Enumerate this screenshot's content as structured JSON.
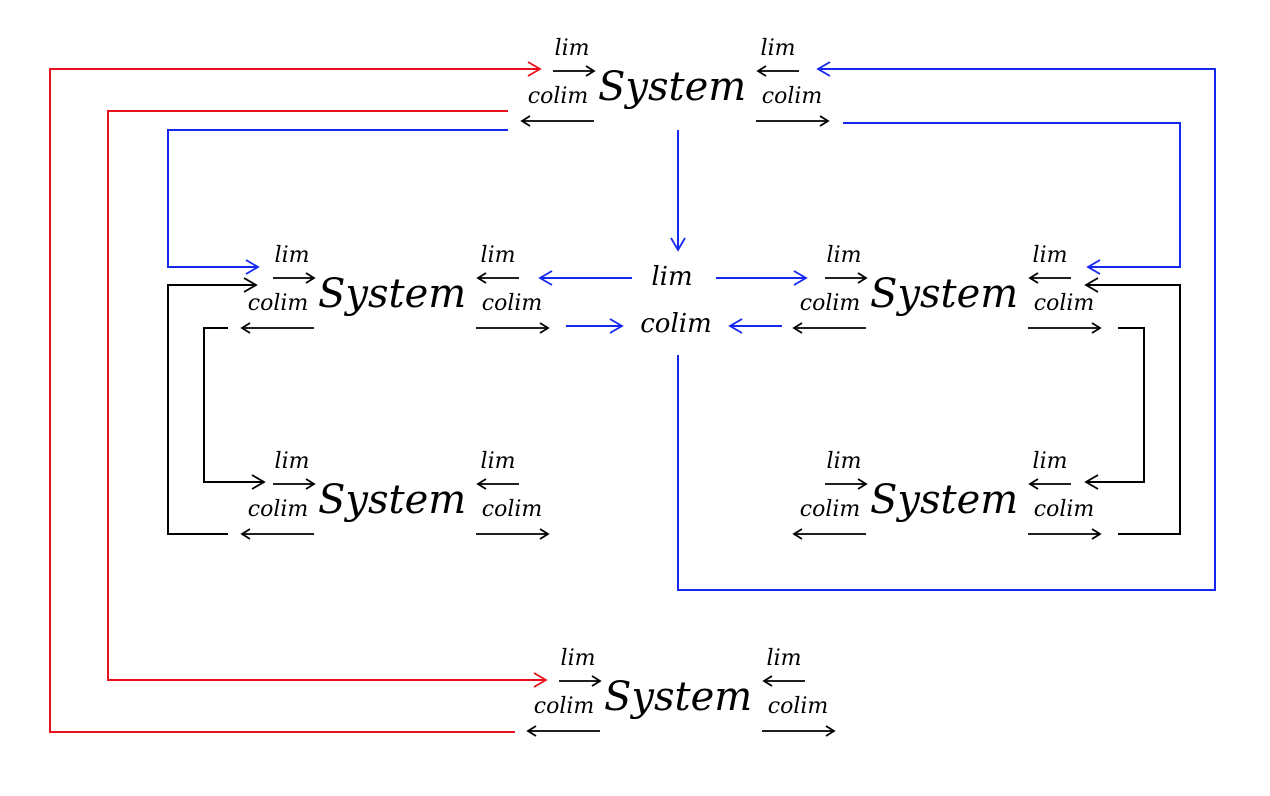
{
  "colors": {
    "black": "#000000",
    "red": "#e8101c",
    "blue": "#1428f0"
  },
  "node_label": "System",
  "lim_label": "lim",
  "colim_label": "colim",
  "center": {
    "lim_label": "lim",
    "colim_label": "colim"
  },
  "nodes": [
    {
      "id": "top",
      "label": "System",
      "left_top": "lim",
      "left_bottom": "colim",
      "right_top": "lim",
      "right_bottom": "colim"
    },
    {
      "id": "mid-left",
      "label": "System",
      "left_top": "lim",
      "left_bottom": "colim",
      "right_top": "lim",
      "right_bottom": "colim"
    },
    {
      "id": "mid-right",
      "label": "System",
      "left_top": "lim",
      "left_bottom": "colim",
      "right_top": "lim",
      "right_bottom": "colim"
    },
    {
      "id": "low-left",
      "label": "System",
      "left_top": "lim",
      "left_bottom": "colim",
      "right_top": "lim",
      "right_bottom": "colim"
    },
    {
      "id": "low-right",
      "label": "System",
      "left_top": "lim",
      "left_bottom": "colim",
      "right_top": "lim",
      "right_bottom": "colim"
    },
    {
      "id": "bottom",
      "label": "System",
      "left_top": "lim",
      "left_bottom": "colim",
      "right_top": "lim",
      "right_bottom": "colim"
    }
  ],
  "connections": [
    {
      "from": "bottom.colim-out-left",
      "to": "top.lim-in-left",
      "color": "red"
    },
    {
      "from": "top.colim-out-left",
      "to": "bottom.lim-in-left",
      "color": "red"
    },
    {
      "from": "top.colim-out-left",
      "to": "mid-left.lim-in-left",
      "color": "blue"
    },
    {
      "from": "top.colim-out-right",
      "to": "mid-right.lim-in-right",
      "color": "blue"
    },
    {
      "from": "top",
      "to": "center.lim",
      "color": "blue"
    },
    {
      "from": "center.lim",
      "to": "mid-left.lim-in-right",
      "color": "blue"
    },
    {
      "from": "center.lim",
      "to": "mid-right.lim-in-left",
      "color": "blue"
    },
    {
      "from": "mid-left.colim-out-right",
      "to": "center.colim",
      "color": "blue"
    },
    {
      "from": "mid-right.colim-out-left",
      "to": "center.colim",
      "color": "blue"
    },
    {
      "from": "center.colim",
      "to": "top.lim-in-right",
      "color": "blue"
    },
    {
      "from": "low-left.colim-out-left",
      "to": "mid-left.lim-in-left",
      "color": "black"
    },
    {
      "from": "mid-left.colim-out-left",
      "to": "low-left.lim-in-left",
      "color": "black"
    },
    {
      "from": "mid-right.colim-out-right",
      "to": "low-right.lim-in-right",
      "color": "black"
    },
    {
      "from": "low-right.colim-out-right",
      "to": "mid-right.lim-in-right",
      "color": "black"
    }
  ]
}
